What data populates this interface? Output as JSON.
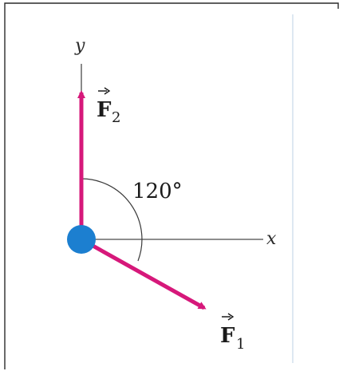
{
  "axes": {
    "x_label": "x",
    "y_label": "y"
  },
  "forces": [
    {
      "symbol": "F",
      "subscript": "1"
    },
    {
      "symbol": "F",
      "subscript": "2"
    }
  ],
  "angle": {
    "label": "120°",
    "degrees": 120
  },
  "colors": {
    "vector": "#d6187a",
    "particle": "#1c7fd0",
    "axis": "#4a4a4a",
    "frame": "#2a2a2a",
    "divider": "#c9d8ea"
  }
}
